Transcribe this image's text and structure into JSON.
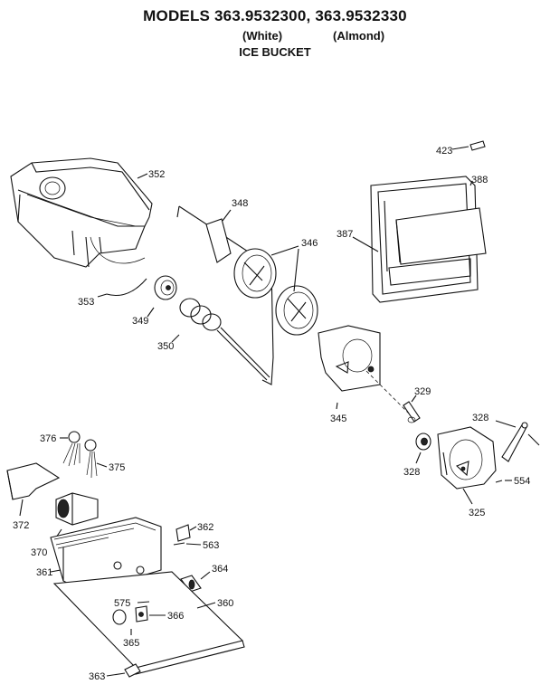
{
  "header": {
    "title": "MODELS 363.9532300, 363.9532330",
    "variant_white": "(White)",
    "variant_almond": "(Almond)",
    "subtitle": "ICE BUCKET"
  },
  "parts": {
    "p423": "423",
    "p352": "352",
    "p388": "388",
    "p348": "348",
    "p387": "387",
    "p346": "346",
    "p353": "353",
    "p349": "349",
    "p350": "350",
    "p329": "329",
    "p345": "345",
    "p328a": "328",
    "p328b": "328",
    "p554": "554",
    "p325": "325",
    "p376": "376",
    "p375": "375",
    "p372": "372",
    "p370": "370",
    "p362": "362",
    "p563": "563",
    "p361": "361",
    "p364": "364",
    "p575": "575",
    "p366": "366",
    "p360": "360",
    "p365": "365",
    "p363": "363"
  }
}
